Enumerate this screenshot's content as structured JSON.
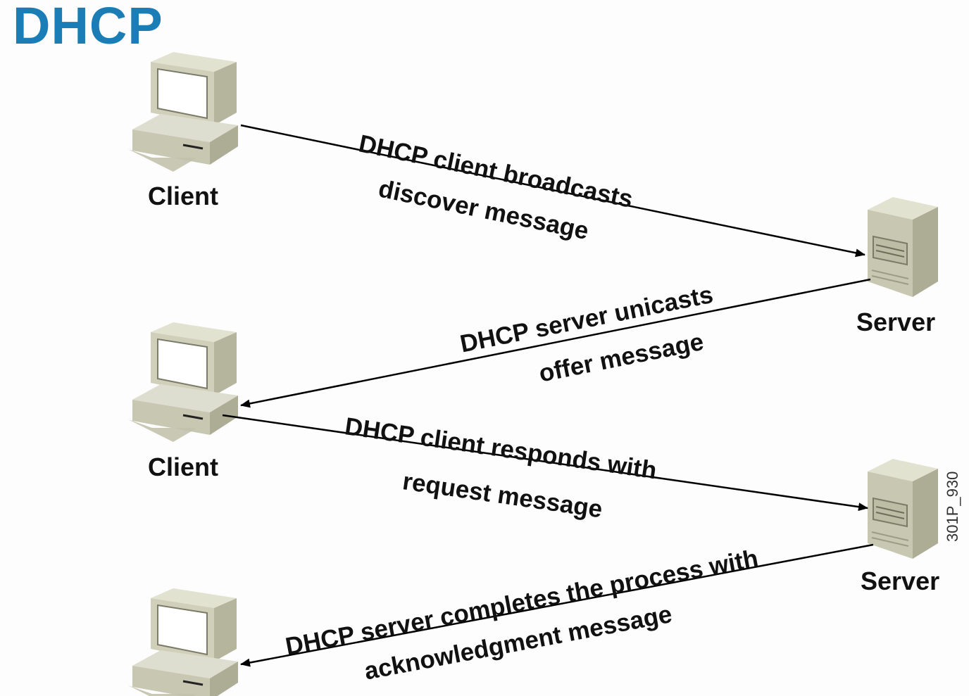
{
  "title": "DHCP",
  "nodes": {
    "client_1": "Client",
    "client_2": "Client",
    "server_1": "Server",
    "server_2": "Server"
  },
  "messages": [
    {
      "line1": "DHCP client broadcasts",
      "line2": "discover message"
    },
    {
      "line1": "DHCP server unicasts",
      "line2": "offer message"
    },
    {
      "line1": "DHCP client responds with",
      "line2": "request message"
    },
    {
      "line1": "DHCP server completes the process with",
      "line2": "acknowledgment message"
    }
  ],
  "figure_code": "301P_930",
  "colors": {
    "title": "#1a7db6",
    "device_light": "#d6d6c2",
    "device_mid": "#bdbda6",
    "device_dark": "#a3a38c",
    "arrow": "#000000"
  },
  "icons": {
    "client": "desktop-computer-icon",
    "server": "tower-server-icon"
  }
}
